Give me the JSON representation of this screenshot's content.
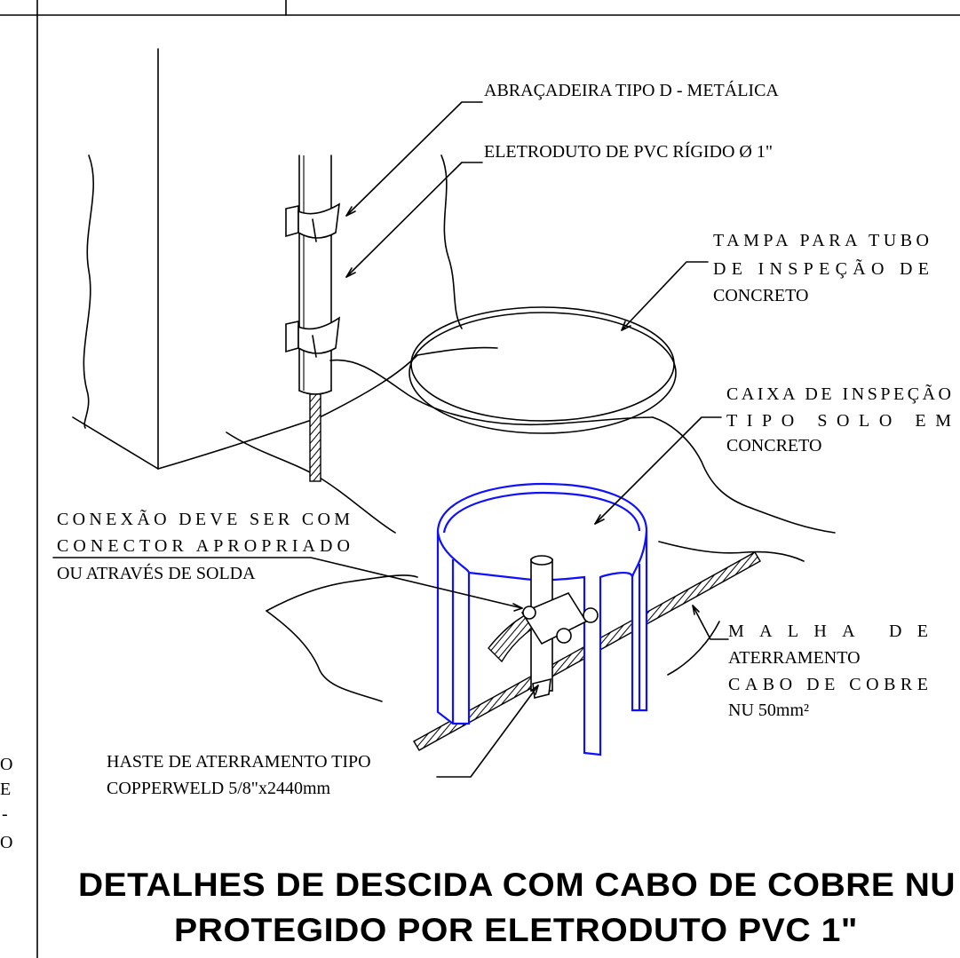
{
  "labels": {
    "clamp": "ABRAÇADEIRA TIPO D - METÁLICA",
    "conduit": "ELETRODUTO DE PVC RÍGIDO Ø 1\"",
    "lid": [
      "TAMPA PARA TUBO",
      "DE INSPEÇÃO DE",
      "CONCRETO"
    ],
    "box": [
      "CAIXA DE INSPEÇÃO",
      "TIPO SOLO EM",
      "CONCRETO"
    ],
    "connection": [
      "CONEXÃO DEVE SER COM",
      "CONECTOR APROPRIADO",
      "OU ATRAVÉS DE SOLDA"
    ],
    "mesh": [
      "MALHA DE",
      "ATERRAMENTO",
      "CABO DE COBRE",
      "NU 50mm²"
    ],
    "rod": [
      "HASTE DE ATERRAMENTO TIPO",
      "COPPERWELD 5/8\"x2440mm"
    ],
    "side_fragment": [
      "O",
      "E",
      "-",
      "O"
    ]
  },
  "title": {
    "line1": "DETALHES DE DESCIDA COM CABO DE  COBRE NU",
    "line2": "PROTEGIDO POR ELETRODUTO PVC 1\""
  },
  "colors": {
    "line": "#000000",
    "box_outline": "#1010ff"
  }
}
